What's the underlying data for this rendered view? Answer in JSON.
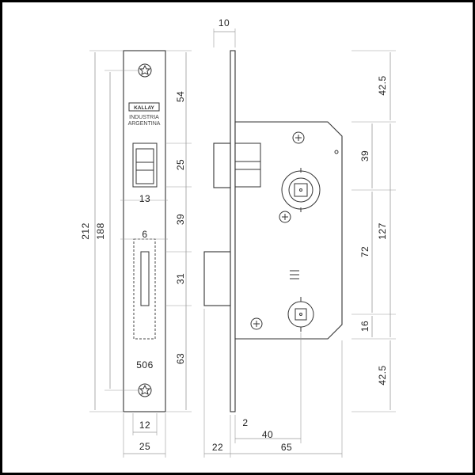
{
  "plate": {
    "brand": "KALLAY",
    "maker_line1": "INDUSTRIA",
    "maker_line2": "ARGENTINA",
    "model": "506"
  },
  "dimensions": {
    "total_height": "212",
    "screw_spacing": "188",
    "top_section": "54",
    "latch_height": "25",
    "latch_width": "13",
    "mid_section": "39",
    "bolt_width": "6",
    "bolt_height": "31",
    "bottom_section": "63",
    "plate_inner": "12",
    "plate_width": "25",
    "plate_thickness": "10",
    "right_top": "42.5",
    "right_39": "39",
    "right_127": "127",
    "right_72": "72",
    "right_16": "16",
    "right_bottom": "42.5",
    "offset_2": "2",
    "backset": "40",
    "depth_22": "22",
    "depth_65": "65"
  }
}
